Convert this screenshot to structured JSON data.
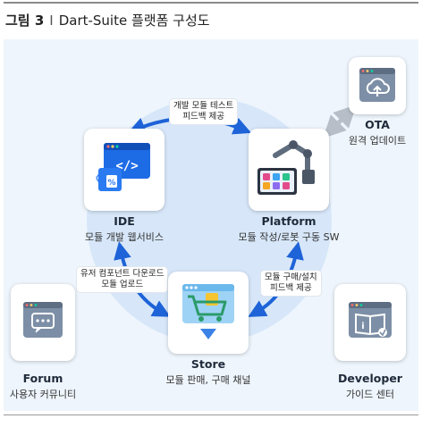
{
  "figure": {
    "number": "그림 3",
    "separator": "I",
    "title": "Dart-Suite 플랫폼 구성도"
  },
  "nodes": {
    "ide": {
      "title": "IDE",
      "subtitle": "모듈 개발 웹서비스"
    },
    "platform": {
      "title": "Platform",
      "subtitle": "모듈 작성/로봇 구동 SW"
    },
    "store": {
      "title": "Store",
      "subtitle": "모듈 판매, 구매 채널"
    },
    "ota": {
      "title": "OTA",
      "subtitle": "원격 업데이트"
    },
    "forum": {
      "title": "Forum",
      "subtitle": "사용자 커뮤니티"
    },
    "developer": {
      "title": "Developer",
      "subtitle": "가이드 센터"
    }
  },
  "edges": {
    "ide_platform": {
      "line1": "개발 모듈 테스트",
      "line2": "피드백 제공"
    },
    "store_ide": {
      "line1": "유저 컴포넌트 다운로드",
      "line2": "모듈 업로드"
    },
    "platform_store": {
      "line1": "모듈 구매/설치",
      "line2": "피드백 제공"
    }
  },
  "colors": {
    "accent": "#1e63d8",
    "circle": "#d4e6f8",
    "panel": "#eef5fc",
    "card_icon": "#7d8fa6"
  }
}
